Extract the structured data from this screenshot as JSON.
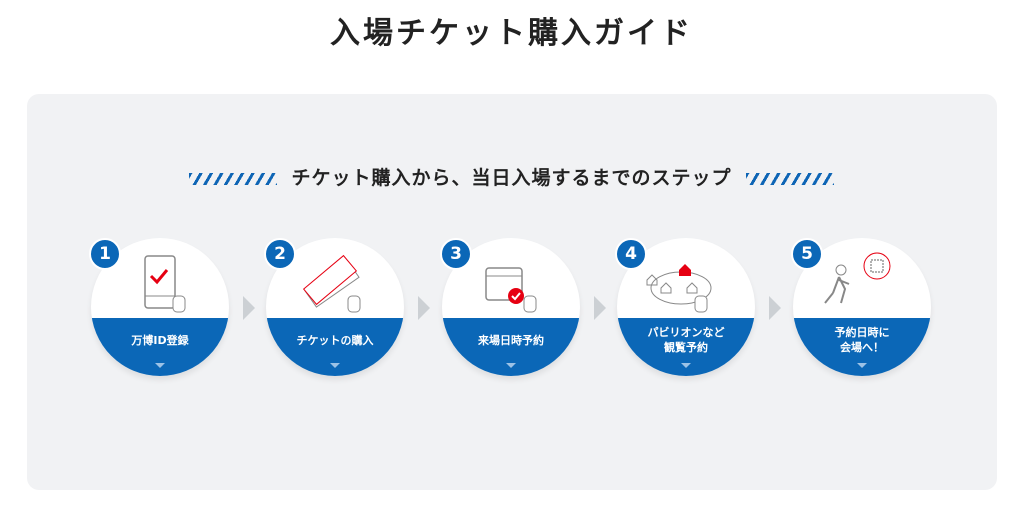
{
  "title": "入場チケット購入ガイド",
  "subtitle": "チケット購入から、当日入場するまでのステップ",
  "steps": [
    {
      "number": "1",
      "line1": "万博ID登録",
      "line2": "",
      "icon": "smartphone-check-icon"
    },
    {
      "number": "2",
      "line1": "チケットの購入",
      "line2": "",
      "icon": "ticket-icon"
    },
    {
      "number": "3",
      "line1": "来場日時予約",
      "line2": "",
      "icon": "calendar-icon"
    },
    {
      "number": "4",
      "line1": "パビリオンなど",
      "line2": "観覧予約",
      "icon": "pavilion-map-icon"
    },
    {
      "number": "5",
      "line1": "予約日時に",
      "line2": "会場へ！",
      "icon": "walking-qr-icon"
    }
  ],
  "colors": {
    "accent": "#0b67b7",
    "red": "#e60012"
  }
}
